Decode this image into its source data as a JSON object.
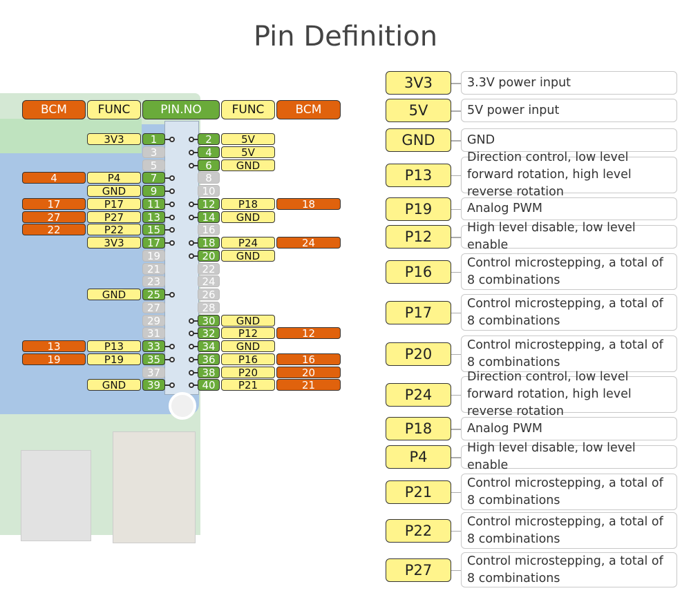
{
  "title": "Pin Definition",
  "headers": {
    "bcm_left": "BCM",
    "func_left": "FUNC",
    "pin_no": "PIN.NO",
    "func_right": "FUNC",
    "bcm_right": "BCM"
  },
  "colors": {
    "bcm": "#e0620d",
    "func": "#fff48c",
    "pin_active": "#6aab3a",
    "pin_unused": "#c9c9c9"
  },
  "pin_rows": [
    {
      "left_pin": "1",
      "left_func": "3V3",
      "left_bcm": "",
      "right_pin": "2",
      "right_func": "5V",
      "right_bcm": ""
    },
    {
      "left_pin": "3",
      "left_func": "",
      "left_bcm": "",
      "right_pin": "4",
      "right_func": "5V",
      "right_bcm": ""
    },
    {
      "left_pin": "5",
      "left_func": "",
      "left_bcm": "",
      "right_pin": "6",
      "right_func": "GND",
      "right_bcm": ""
    },
    {
      "left_pin": "7",
      "left_func": "P4",
      "left_bcm": "4",
      "right_pin": "8",
      "right_func": "",
      "right_bcm": ""
    },
    {
      "left_pin": "9",
      "left_func": "GND",
      "left_bcm": "",
      "right_pin": "10",
      "right_func": "",
      "right_bcm": ""
    },
    {
      "left_pin": "11",
      "left_func": "P17",
      "left_bcm": "17",
      "right_pin": "12",
      "right_func": "P18",
      "right_bcm": "18"
    },
    {
      "left_pin": "13",
      "left_func": "P27",
      "left_bcm": "27",
      "right_pin": "14",
      "right_func": "GND",
      "right_bcm": ""
    },
    {
      "left_pin": "15",
      "left_func": "P22",
      "left_bcm": "22",
      "right_pin": "16",
      "right_func": "",
      "right_bcm": ""
    },
    {
      "left_pin": "17",
      "left_func": "3V3",
      "left_bcm": "",
      "right_pin": "18",
      "right_func": "P24",
      "right_bcm": "24"
    },
    {
      "left_pin": "19",
      "left_func": "",
      "left_bcm": "",
      "right_pin": "20",
      "right_func": "GND",
      "right_bcm": ""
    },
    {
      "left_pin": "21",
      "left_func": "",
      "left_bcm": "",
      "right_pin": "22",
      "right_func": "",
      "right_bcm": ""
    },
    {
      "left_pin": "23",
      "left_func": "",
      "left_bcm": "",
      "right_pin": "24",
      "right_func": "",
      "right_bcm": ""
    },
    {
      "left_pin": "25",
      "left_func": "GND",
      "left_bcm": "",
      "right_pin": "26",
      "right_func": "",
      "right_bcm": ""
    },
    {
      "left_pin": "27",
      "left_func": "",
      "left_bcm": "",
      "right_pin": "28",
      "right_func": "",
      "right_bcm": ""
    },
    {
      "left_pin": "29",
      "left_func": "",
      "left_bcm": "",
      "right_pin": "30",
      "right_func": "GND",
      "right_bcm": ""
    },
    {
      "left_pin": "31",
      "left_func": "",
      "left_bcm": "",
      "right_pin": "32",
      "right_func": "P12",
      "right_bcm": "12"
    },
    {
      "left_pin": "33",
      "left_func": "P13",
      "left_bcm": "13",
      "right_pin": "34",
      "right_func": "GND",
      "right_bcm": ""
    },
    {
      "left_pin": "35",
      "left_func": "P19",
      "left_bcm": "19",
      "right_pin": "36",
      "right_func": "P16",
      "right_bcm": "16"
    },
    {
      "left_pin": "37",
      "left_func": "",
      "left_bcm": "",
      "right_pin": "38",
      "right_func": "P20",
      "right_bcm": "20"
    },
    {
      "left_pin": "39",
      "left_func": "GND",
      "left_bcm": "",
      "right_pin": "40",
      "right_func": "P21",
      "right_bcm": "21"
    }
  ],
  "legend": [
    {
      "label": "3V3",
      "desc": "3.3V power input"
    },
    {
      "label": "5V",
      "desc": "5V power input"
    },
    {
      "label": "GND",
      "desc": "GND"
    },
    {
      "label": "P13",
      "desc": "Direction control, low level forward rotation, high level reverse rotation"
    },
    {
      "label": "P19",
      "desc": "Analog PWM"
    },
    {
      "label": "P12",
      "desc": "High level disable, low level enable"
    },
    {
      "label": "P16",
      "desc": "Control microstepping, a total of 8 combinations"
    },
    {
      "label": "P17",
      "desc": "Control microstepping, a total of 8 combinations"
    },
    {
      "label": "P20",
      "desc": "Control microstepping, a total of 8 combinations"
    },
    {
      "label": "P24",
      "desc": "Direction control, low level forward rotation, high level reverse rotation"
    },
    {
      "label": "P18",
      "desc": "Analog PWM"
    },
    {
      "label": "P4",
      "desc": "High level disable, low level enable"
    },
    {
      "label": "P21",
      "desc": "Control microstepping, a total of 8 combinations"
    },
    {
      "label": "P22",
      "desc": "Control microstepping, a total of 8 combinations"
    },
    {
      "label": "P27",
      "desc": "Control microstepping, a total of 8 combinations"
    }
  ]
}
